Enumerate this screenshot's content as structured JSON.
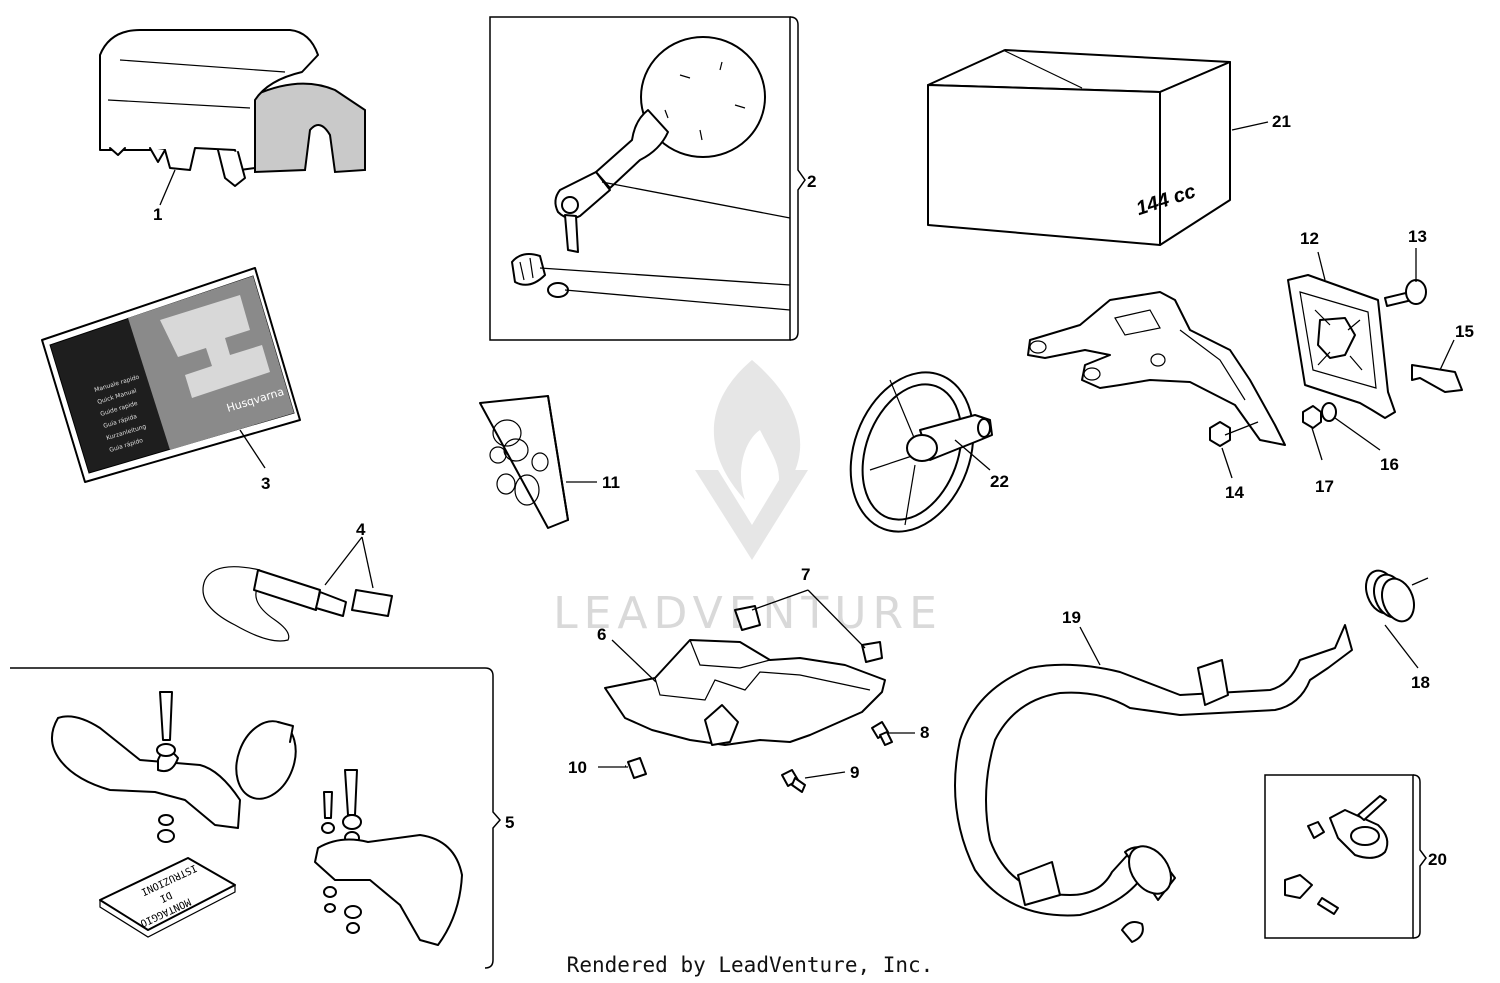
{
  "footer_text": "Rendered by LeadVenture, Inc.",
  "watermark_text": "LEADVENTURE",
  "box_label_text": "144 cc",
  "manual_logo_text": "Husqvarna",
  "manual_lines": [
    "Manuale rapido",
    "Quick Manual",
    "Guide rapide",
    "Guía rápida",
    "Kurzanleitung",
    "Guia rápido"
  ],
  "instructions_text": [
    "ISTRUZIONI",
    "DI",
    "MONTAGGIO"
  ],
  "callouts": [
    "1",
    "2",
    "3",
    "4",
    "5",
    "6",
    "7",
    "8",
    "9",
    "10",
    "11",
    "12",
    "13",
    "14",
    "15",
    "16",
    "17",
    "18",
    "19",
    "20",
    "21",
    "22"
  ]
}
